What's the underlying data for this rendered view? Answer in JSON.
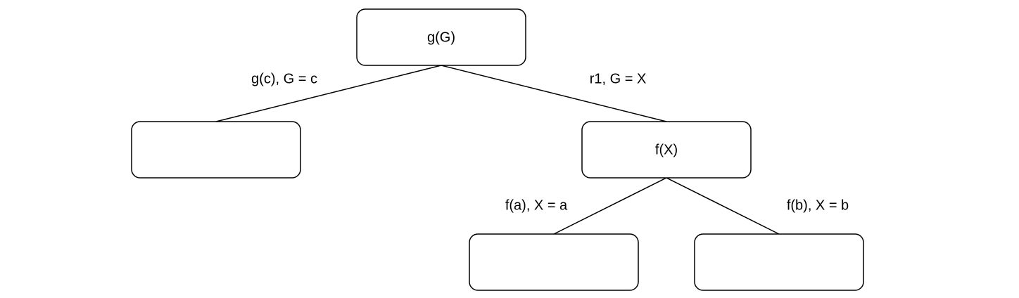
{
  "diagram": {
    "nodes": {
      "root": {
        "label": "g(G)"
      },
      "left_child": {
        "label": ""
      },
      "right_child": {
        "label": "f(X)"
      },
      "right_left_child": {
        "label": ""
      },
      "right_right_child": {
        "label": ""
      }
    },
    "edges": {
      "root_to_left": {
        "label": "g(c), G = c"
      },
      "root_to_right": {
        "label": "r1, G = X"
      },
      "right_to_left": {
        "label": "f(a), X = a"
      },
      "right_to_right": {
        "label": "f(b), X = b"
      }
    },
    "colors": {
      "stroke": "#000000",
      "fill": "#ffffff",
      "text": "#000000"
    }
  }
}
